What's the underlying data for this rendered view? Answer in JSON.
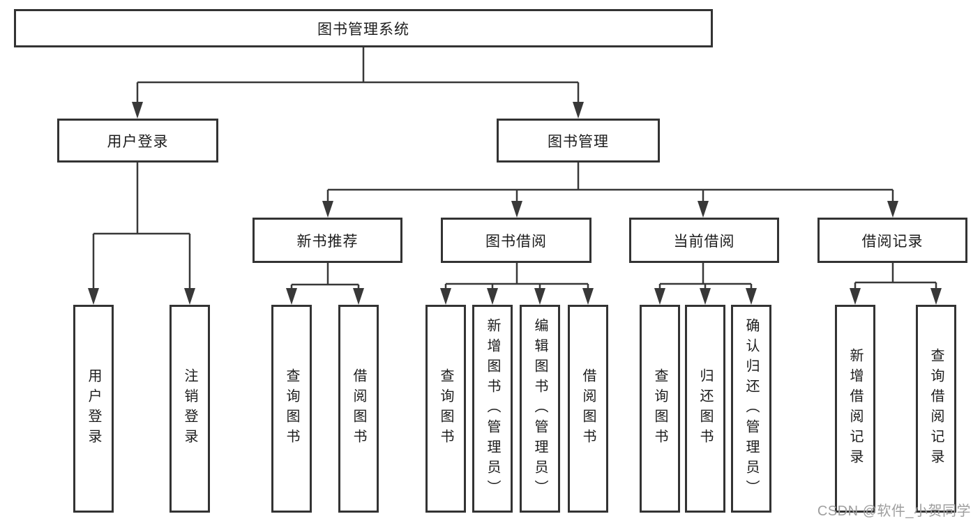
{
  "tree": {
    "root": {
      "label": "图书管理系统"
    },
    "branches": [
      {
        "label": "用户登录",
        "children": [
          {
            "label": "用户登录"
          },
          {
            "label": "注销登录"
          }
        ]
      },
      {
        "label": "图书管理",
        "children": [
          {
            "label": "新书推荐",
            "children": [
              {
                "label": "查询图书"
              },
              {
                "label": "借阅图书"
              }
            ]
          },
          {
            "label": "图书借阅",
            "children": [
              {
                "label": "查询图书"
              },
              {
                "label": "新增图书（管理员）"
              },
              {
                "label": "编辑图书（管理员）"
              },
              {
                "label": "借阅图书"
              }
            ]
          },
          {
            "label": "当前借阅",
            "children": [
              {
                "label": "查询图书"
              },
              {
                "label": "归还图书"
              },
              {
                "label": "确认归还（管理员）"
              }
            ]
          },
          {
            "label": "借阅记录",
            "children": [
              {
                "label": "新增借阅记录"
              },
              {
                "label": "查询借阅记录"
              }
            ]
          }
        ]
      }
    ]
  },
  "watermark": {
    "text": "CSDN @软件_小贺同学"
  },
  "colors": {
    "line": "#383838",
    "box_border": "#333333",
    "text": "#1c1c1c",
    "watermark": "#9e9e9e",
    "background": "#ffffff"
  }
}
